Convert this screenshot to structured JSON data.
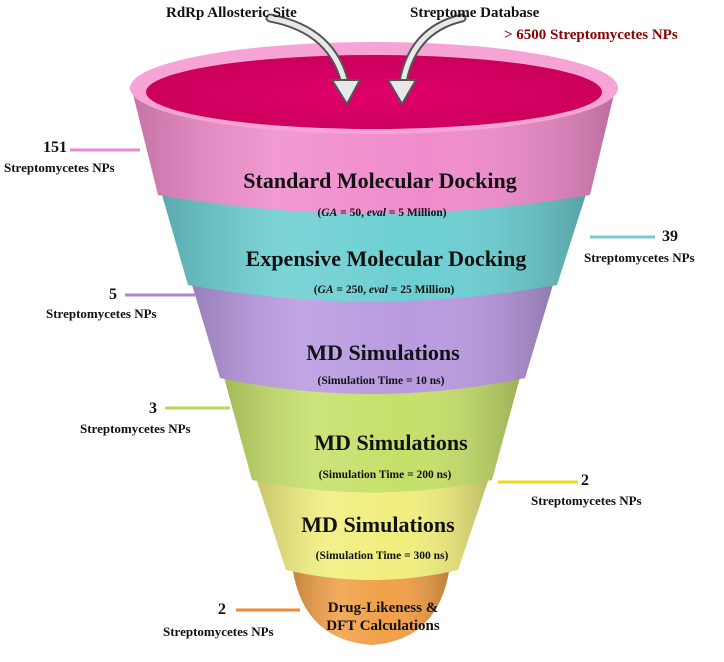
{
  "inputs": {
    "left_label": "RdRp Allosteric Site",
    "right_label": "Streptome Database",
    "database_count": "> 6500  Streptomycetes NPs"
  },
  "stages": [
    {
      "title": "Standard Molecular Docking",
      "subtitle_parts": [
        "(",
        "GA",
        " = 50, ",
        "eval",
        " = 5 Million)"
      ],
      "color": "#e86fc0"
    },
    {
      "title": "Expensive Molecular Docking",
      "subtitle_parts": [
        "(",
        "GA",
        " = 250, ",
        "eval",
        " = 25 Million)"
      ],
      "color": "#6ccfd2"
    },
    {
      "title": "MD Simulations",
      "subtitle": "(Simulation Time = 10 ns)",
      "color": "#b99ae0"
    },
    {
      "title": "MD Simulations",
      "subtitle": "(Simulation Time = 200 ns)",
      "color": "#c5e06a"
    },
    {
      "title": "MD Simulations",
      "subtitle": "(Simulation Time = 300 ns)",
      "color": "#f1ee7e"
    },
    {
      "title_lines": [
        "Drug-Likeness &",
        "DFT Calculations"
      ],
      "color": "#f0a048"
    }
  ],
  "counts": [
    {
      "value": "151",
      "caption": "Streptomycetes NPs",
      "color": "#e889d2"
    },
    {
      "value": "39",
      "caption": "Streptomycetes NPs",
      "color": "#7cc8d0"
    },
    {
      "value": "5",
      "caption": "Streptomycetes NPs",
      "color": "#a58ad4"
    },
    {
      "value": "3",
      "caption": "Streptomycetes NPs",
      "color": "#b8d85a"
    },
    {
      "value": "2",
      "caption": "Streptomycetes NPs",
      "color": "#e8dc20"
    },
    {
      "value": "2",
      "caption": "Streptomycetes NPs",
      "color": "#f08a30"
    }
  ]
}
